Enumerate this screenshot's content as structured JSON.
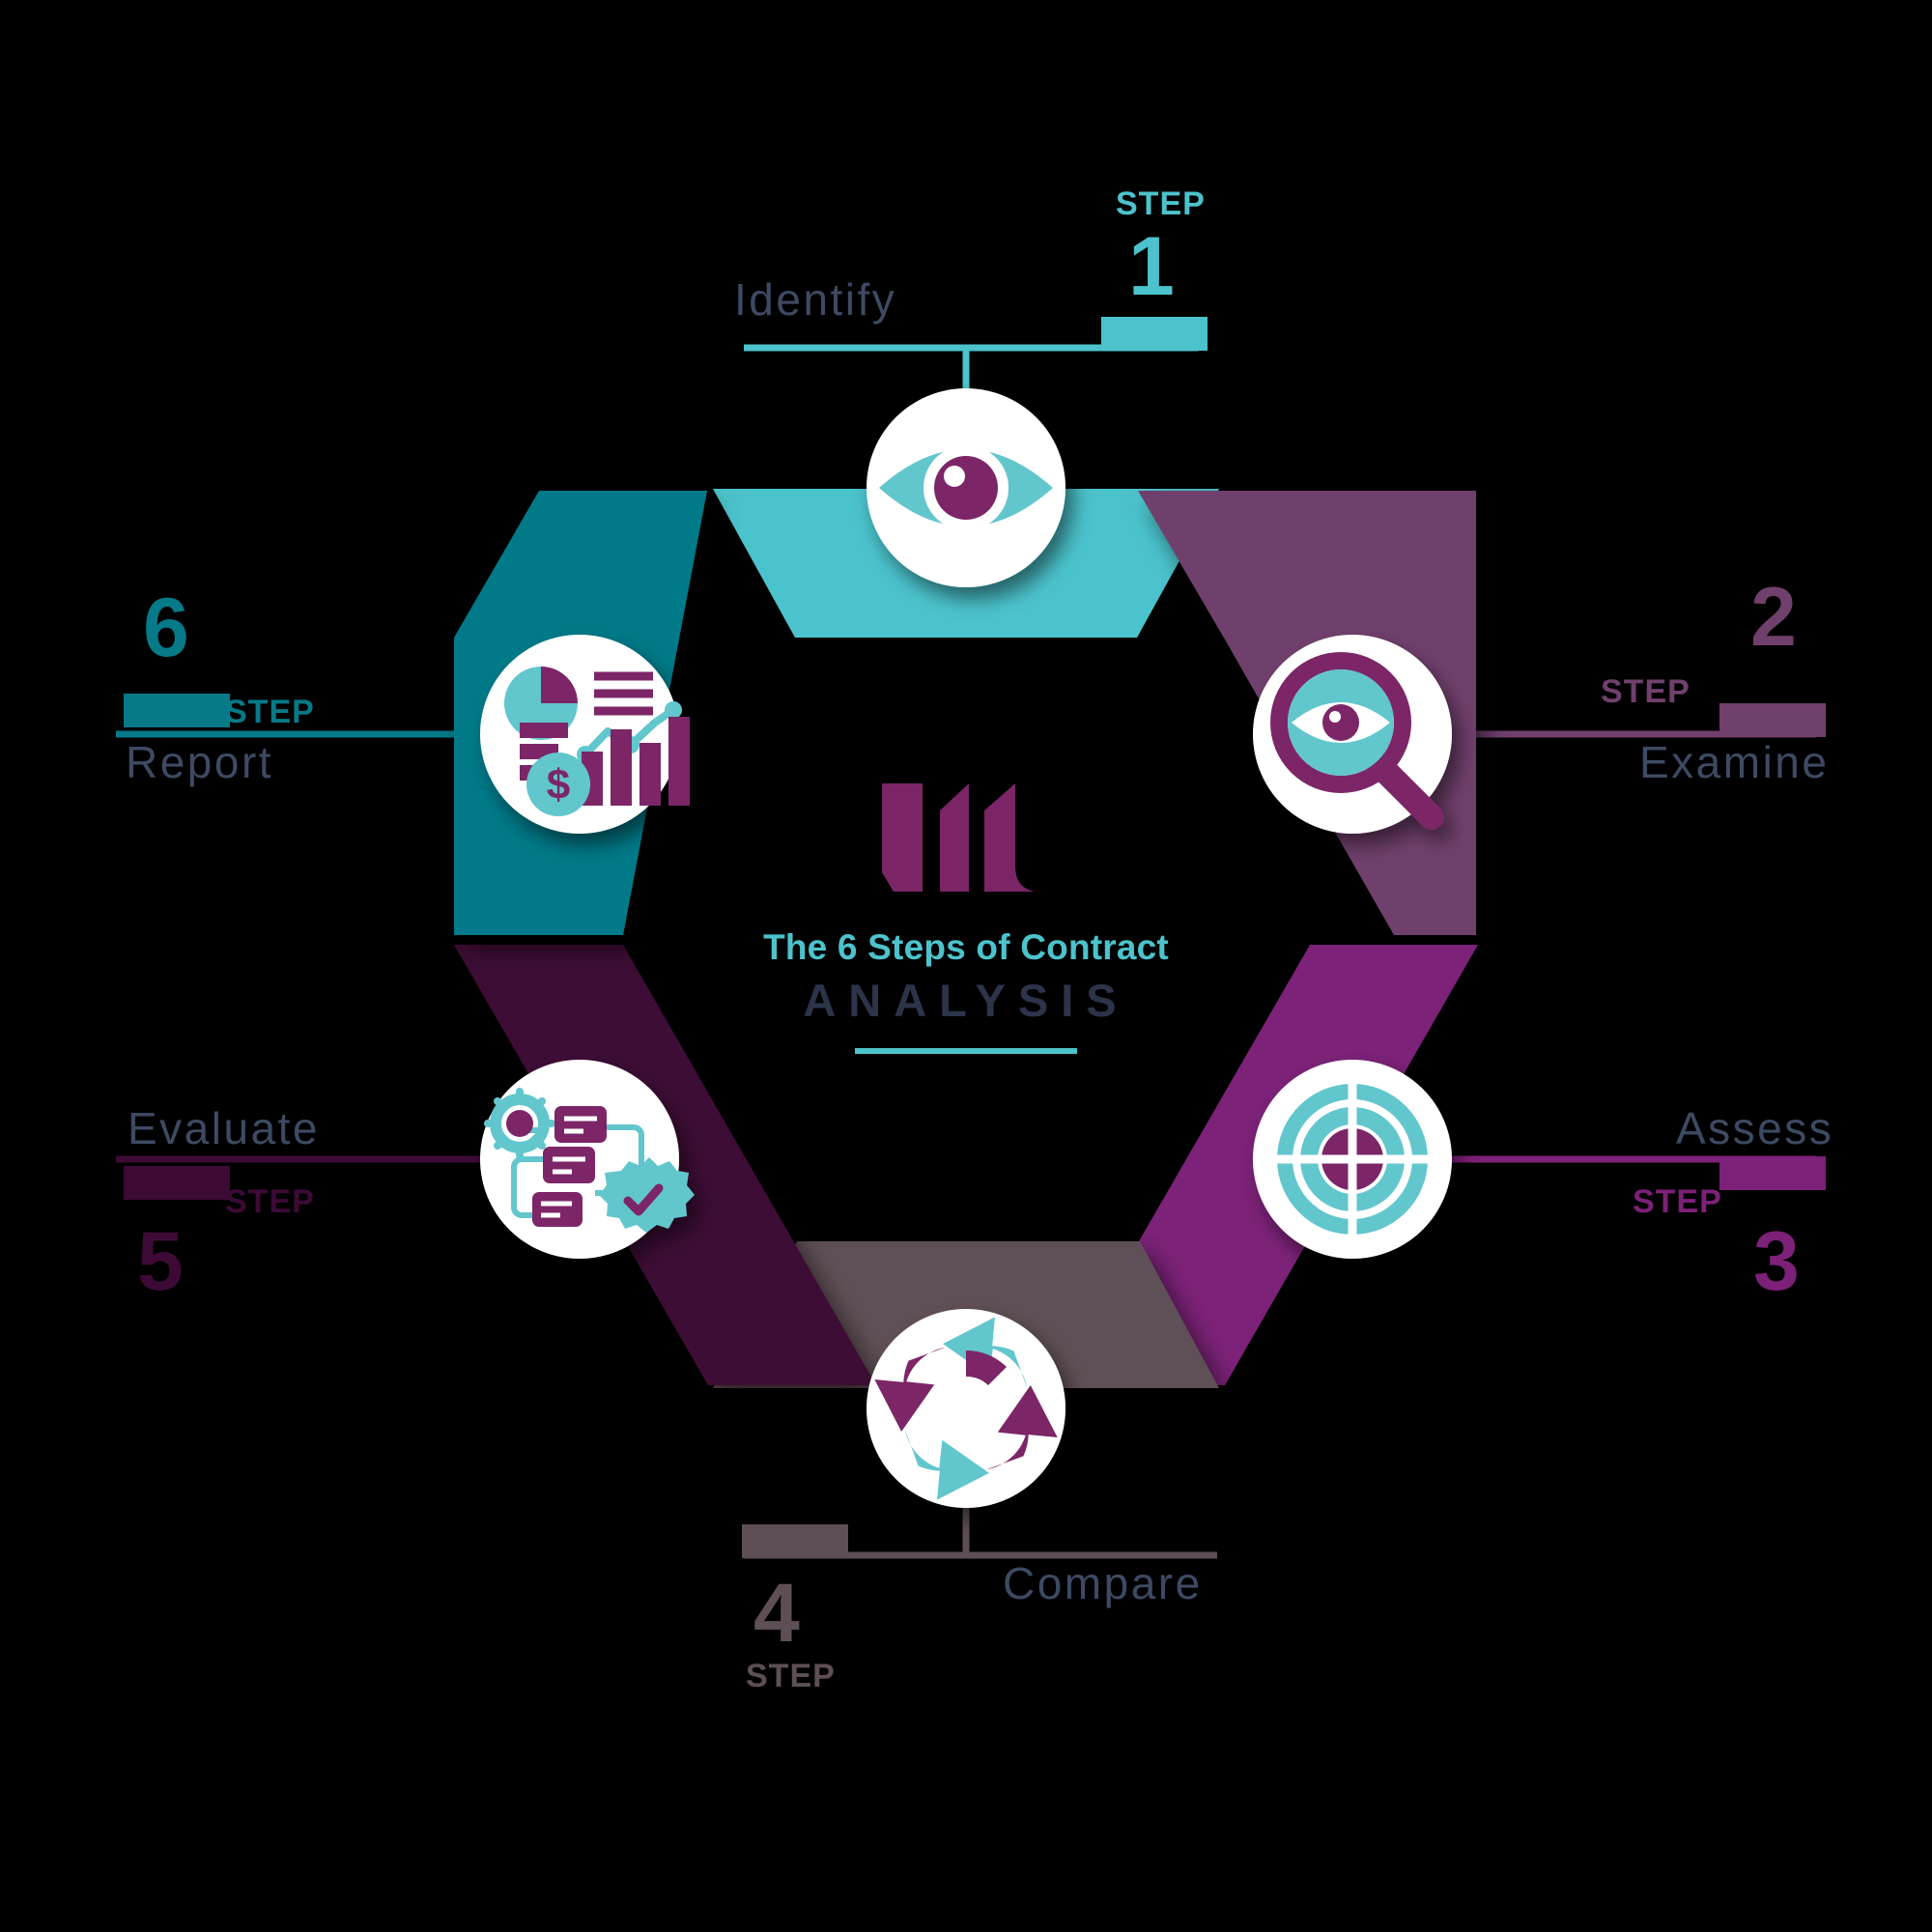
{
  "center": {
    "logo_name": "m-logo-mark",
    "logo_color": "#7b2567",
    "title_line1": "The 6 Steps of Contract",
    "title_line2": "ANALYSIS",
    "title_line1_color": "#4cc3cc",
    "title_line2_color": "#2b3449",
    "rule_color": "#4cc3cc"
  },
  "palette": {
    "step1": "#4cc3cc",
    "step2": "#70406c",
    "step3": "#7c2078",
    "step4": "#5e4f57",
    "step5": "#3d0a35",
    "step6": "#067a88",
    "label_text": "#3d4a63",
    "background": "#000000",
    "icon_disc": "#ffffff"
  },
  "steps": [
    {
      "num": "1",
      "step_word": "STEP",
      "title": "Identify",
      "color": "#4cc3cc",
      "icon": "eye-icon"
    },
    {
      "num": "2",
      "step_word": "STEP",
      "title": "Examine",
      "color": "#70406c",
      "icon": "magnifier-eye-icon"
    },
    {
      "num": "3",
      "step_word": "STEP",
      "title": "Assess",
      "color": "#7c2078",
      "icon": "target-crosshair-icon"
    },
    {
      "num": "4",
      "step_word": "STEP",
      "title": "Compare",
      "color": "#5e4f57",
      "icon": "cycle-arrows-icon"
    },
    {
      "num": "5",
      "step_word": "STEP",
      "title": "Evaluate",
      "color": "#3d0a35",
      "icon": "workflow-gear-check-icon"
    },
    {
      "num": "6",
      "step_word": "STEP",
      "title": "Report",
      "color": "#067a88",
      "icon": "charts-report-icon"
    }
  ]
}
